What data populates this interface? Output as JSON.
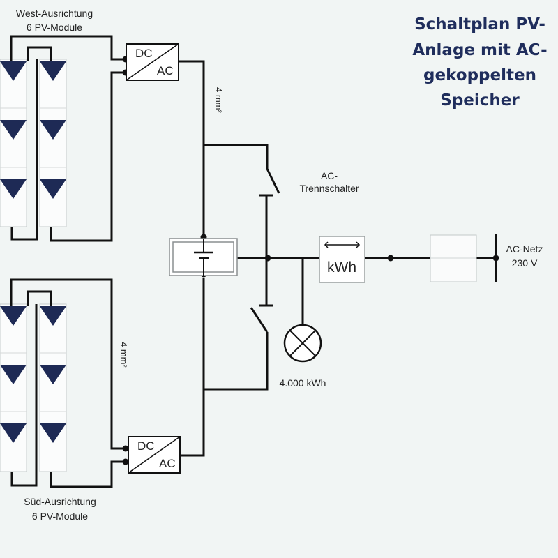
{
  "title": [
    "Schaltplan PV-",
    "Anlage mit AC-",
    "gekoppelten",
    "Speicher"
  ],
  "west": {
    "line1": "West-Ausrichtung",
    "line2": "6 PV-Module"
  },
  "sued": {
    "line1": "Süd-Ausrichtung",
    "line2": "6 PV-Module"
  },
  "inverter": {
    "dc": "DC",
    "ac": "AC"
  },
  "cable": "4 mm²",
  "switch": {
    "line1": "AC-",
    "line2": "Trennschalter"
  },
  "meter": "kWh",
  "consumption": "4.000 kWh",
  "grid": {
    "line1": "AC-Netz",
    "line2": "230 V"
  },
  "colors": {
    "background": "#f1f5f4",
    "module_triangle": "#1e2a55",
    "title": "#1f2d5c",
    "wire": "#111111"
  }
}
